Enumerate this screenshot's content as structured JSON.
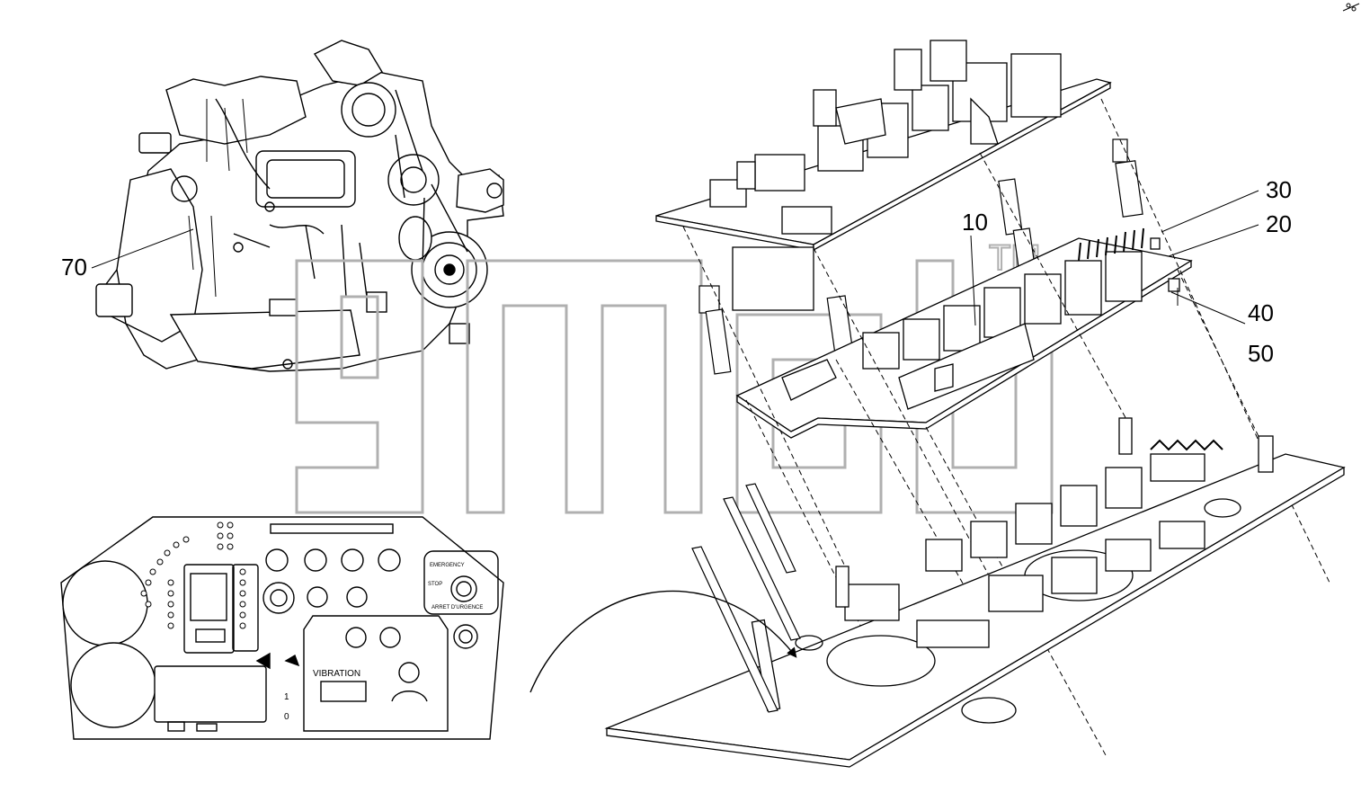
{
  "callouts": {
    "c70": "70",
    "c10": "10",
    "c20": "20",
    "c30": "30",
    "c40": "40",
    "c50": "50"
  },
  "panel": {
    "vibration": "VIBRATION",
    "emergency": "EMERGENCY",
    "stop": "STOP",
    "arret": "ARRET D'URGENCE",
    "one": "1",
    "zero": "0"
  },
  "watermark": {
    "mark": "TM"
  },
  "colors": {
    "line": "#000000",
    "fill": "#ffffff",
    "shade": "#d9d9d9",
    "watermark": "#c8c8c8"
  }
}
